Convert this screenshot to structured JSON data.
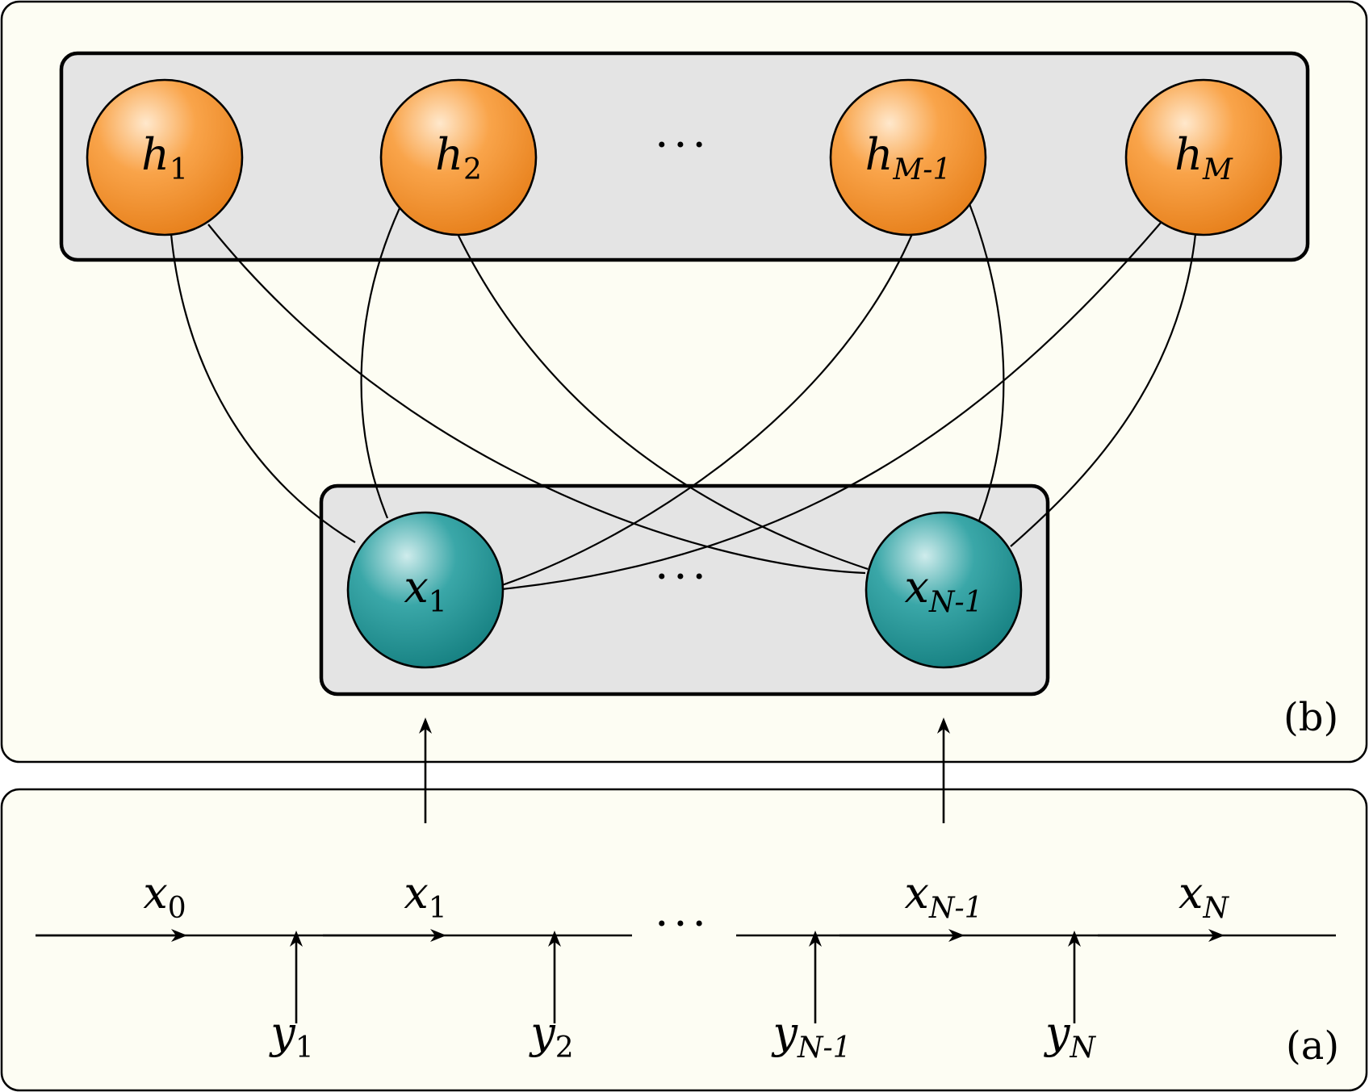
{
  "panels": {
    "b_tag": "(b)",
    "a_tag": "(a)"
  },
  "colors": {
    "hidden_node": "#f59a3a",
    "visible_node": "#2f9ea0",
    "panel_bg": "#fdfdf3",
    "group_bg": "#e4e4e4"
  },
  "hidden_nodes": [
    {
      "base": "h",
      "sub": "1"
    },
    {
      "base": "h",
      "sub": "2"
    },
    {
      "base": "h",
      "sub": "M-1"
    },
    {
      "base": "h",
      "sub": "M"
    }
  ],
  "hidden_ellipsis": "···",
  "visible_nodes": [
    {
      "base": "x",
      "sub": "1"
    },
    {
      "base": "x",
      "sub": "N-1"
    }
  ],
  "visible_ellipsis": "···",
  "chain_states": [
    {
      "base": "x",
      "sub": "0"
    },
    {
      "base": "x",
      "sub": "1"
    },
    {
      "base": "x",
      "sub": "N-1"
    },
    {
      "base": "x",
      "sub": "N"
    }
  ],
  "chain_ellipsis": "···",
  "observations": [
    {
      "base": "y",
      "sub": "1"
    },
    {
      "base": "y",
      "sub": "2"
    },
    {
      "base": "y",
      "sub": "N-1"
    },
    {
      "base": "y",
      "sub": "N"
    }
  ]
}
